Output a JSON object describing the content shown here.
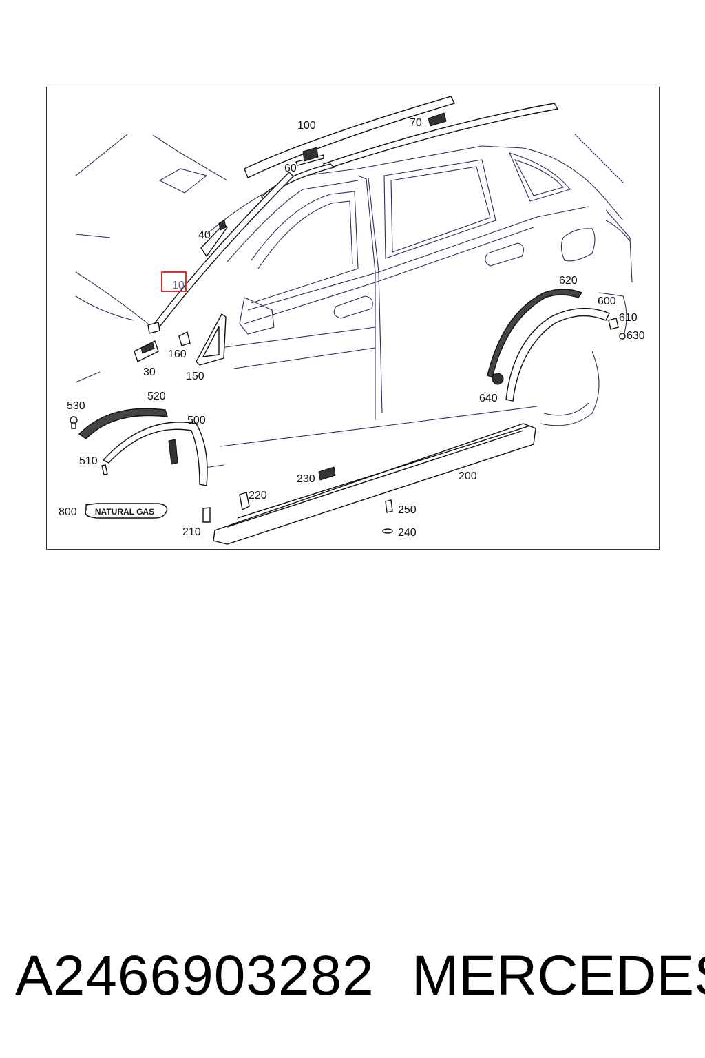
{
  "diagram": {
    "callouts": {
      "c10": "10",
      "c30": "30",
      "c40": "40",
      "c60": "60",
      "c70": "70",
      "c100": "100",
      "c150": "150",
      "c160": "160",
      "c200": "200",
      "c210": "210",
      "c220": "220",
      "c230": "230",
      "c240": "240",
      "c250": "250",
      "c500": "500",
      "c510": "510",
      "c520": "520",
      "c530": "530",
      "c600": "600",
      "c610": "610",
      "c620": "620",
      "c630": "630",
      "c640": "640",
      "c800": "800"
    },
    "badge_text": "NATURAL GAS",
    "highlight_color": "#e03030"
  },
  "footer": {
    "part_number": "A2466903282",
    "brand": "MERCEDES"
  }
}
